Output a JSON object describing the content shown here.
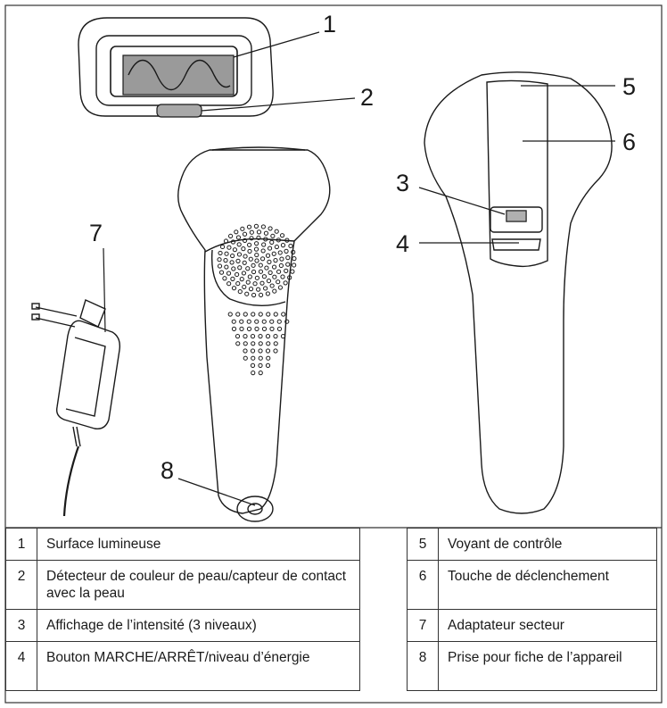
{
  "callouts": {
    "n1": "1",
    "n2": "2",
    "n3": "3",
    "n4": "4",
    "n5": "5",
    "n6": "6",
    "n7": "7",
    "n8": "8"
  },
  "legend_left": [
    {
      "num": "1",
      "text": "Surface lumineuse"
    },
    {
      "num": "2",
      "text": "Détecteur de couleur de peau/capteur de contact avec la peau"
    },
    {
      "num": "3",
      "text": "Affichage de l’intensité (3 niveaux)"
    },
    {
      "num": "4",
      "text": "Bouton MARCHE/ARRÊT/niveau d’énergie"
    }
  ],
  "legend_right": [
    {
      "num": "5",
      "text": "Voyant de contrôle"
    },
    {
      "num": "6",
      "text": "Touche de déclenchement"
    },
    {
      "num": "7",
      "text": "Adaptateur secteur"
    },
    {
      "num": "8",
      "text": "Prise pour fiche de l’appareil"
    }
  ],
  "colors": {
    "line": "#1a1a1a",
    "window_fill": "#9a9a9a",
    "sensor_fill": "#a8a8a8",
    "display_fill": "#b0b0b0"
  }
}
